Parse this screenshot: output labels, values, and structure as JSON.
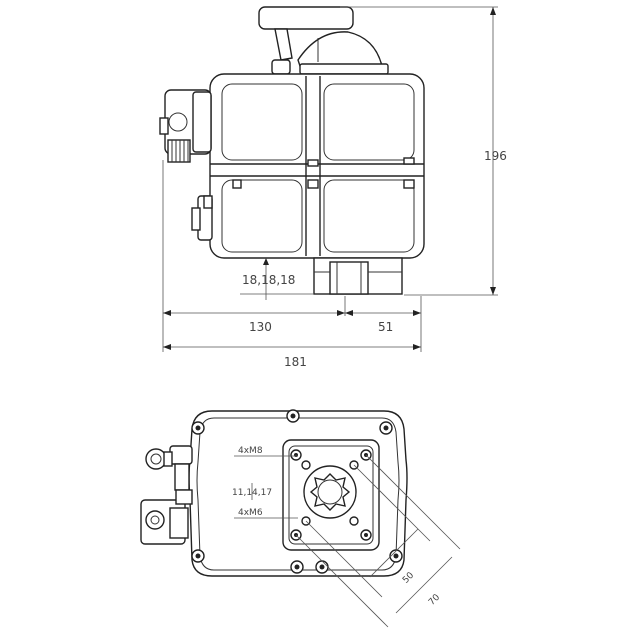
{
  "dimensions": {
    "height_total": "196",
    "output_height": "18,18,18",
    "left_width": "130",
    "right_width": "51",
    "total_width": "181",
    "thread_m8": "4xM8",
    "square_sizes": "11,14,17",
    "thread_m6": "4xM6",
    "pcd_50": "50",
    "pcd_70": "70"
  }
}
